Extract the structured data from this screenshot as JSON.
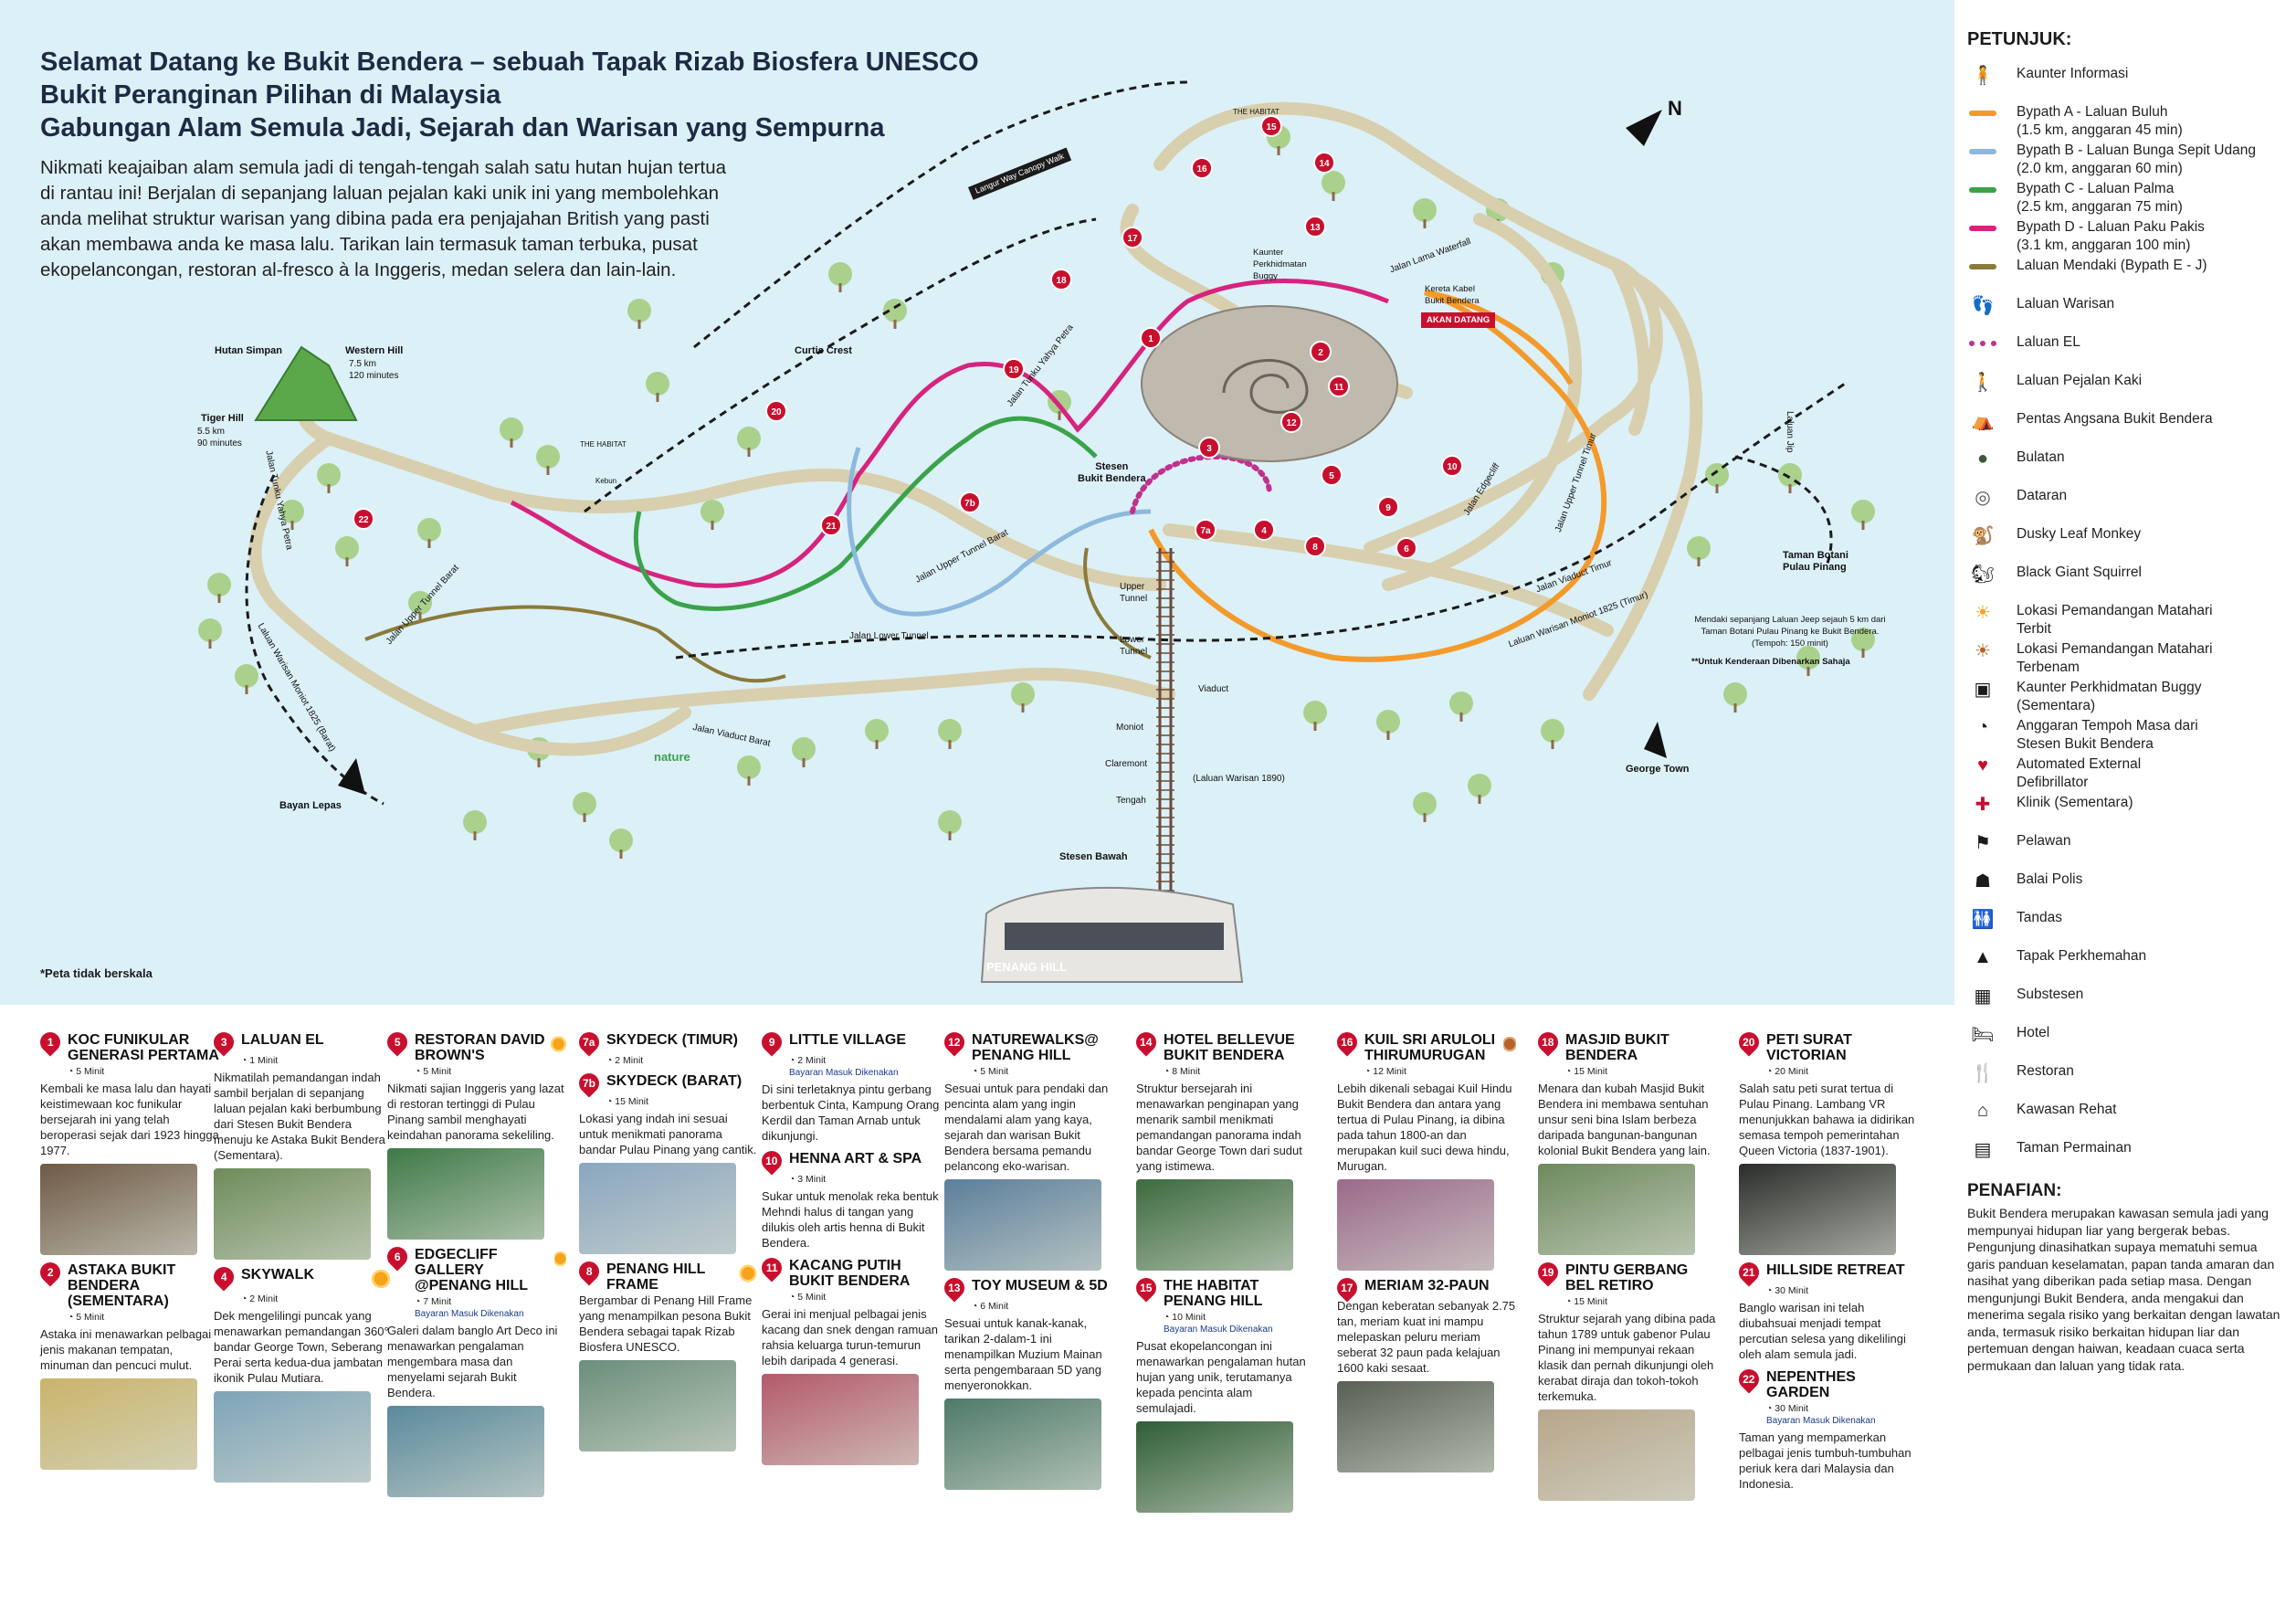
{
  "intro": {
    "title_lines": [
      "Selamat Datang ke Bukit Bendera – sebuah Tapak Rizab Biosfera UNESCO",
      "Bukit Peranginan Pilihan di Malaysia",
      "Gabungan Alam Semula Jadi, Sejarah dan Warisan yang Sempurna"
    ],
    "body": "Nikmati keajaiban alam semula jadi di tengah-tengah salah satu hutan hujan tertua di rantau ini! Berjalan di sepanjang laluan pejalan kaki unik ini yang membolehkan anda melihat struktur warisan yang dibina pada era penjajahan British yang pasti akan membawa anda ke masa lalu. Tarikan lain termasuk taman terbuka, pusat ekopelancongan, restoran al-fresco à la Inggeris, medan selera dan lain-lain.",
    "scale_note": "*Peta tidak berskala"
  },
  "map": {
    "north": "N",
    "labels": {
      "hutan_simpan": "Hutan Simpan",
      "western_hill": "Western Hill",
      "western_hill_info": "7.5 km\n120 minutes",
      "tiger_hill": "Tiger Hill",
      "tiger_hill_info": "5.5 km\n90 minutes",
      "curtis_crest": "Curtis Crest",
      "stesen_bukit_bendera": "Stesen\nBukit Bendera",
      "upper_tunnel": "Upper\nTunnel",
      "lower_tunnel": "Lower\nTunnel",
      "viaduct": "Viaduct",
      "moniot": "Moniot",
      "claremont": "Claremont",
      "tengah": "Tengah",
      "laluan_warisan_1890": "(Laluan Warisan 1890)",
      "stesen_bawah": "Stesen Bawah",
      "bayan_lepas": "Bayan Lepas",
      "george_town": "George Town",
      "taman_botani": "Taman Botani\nPulau Pinang",
      "jeep_note": "Mendaki sepanjang Laluan Jeep sejauh 5 km dari Taman Botani Pulau Pinang ke Bukit Bendera.(Tempoh: 150 minit)",
      "no_vehicle": "**Untuk Kenderaan Dibenarkan Sahaja",
      "kaunter_buggy": "Kaunter\nPerkhidmatan\nBuggy",
      "kereta_kabel": "Kereta Kabel\nBukit Bendera",
      "akan_datang": "AKAN DATANG",
      "jalan_tunku_yahya_petra": "Jalan Tunku Yahya Petra",
      "jalan_upper_tunnel_barat": "Jalan Upper Tunnel Barat",
      "jalan_lower_tunnel": "Jalan Lower Tunnel",
      "jalan_viaduct_barat": "Jalan Viaduct Barat",
      "jalan_lama_waterfall": "Jalan Lama Waterfall",
      "jalan_edgecliff": "Jalan Edgecliff",
      "jalan_upper_tunnel_timur": "Jalan Upper Tunnel Timur",
      "jalan_viaduct_timur": "Jalan Viaduct Timur",
      "laluan_warisan_moniot_timur": "Laluan Warisan Moniot 1825 (Timur)",
      "laluan_warisan_moniot_barat": "Laluan Warisan Moniot 1825 (Barat)",
      "laluan_jip": "Laluan Jip",
      "canopy_walk": "Langur Way Canopy Walk",
      "the_habitat": "THE HABITAT",
      "kebun": "Kebun",
      "nature": "nature"
    },
    "markers": [
      "1",
      "2",
      "3",
      "4",
      "5",
      "6",
      "7a",
      "7b",
      "8",
      "9",
      "10",
      "11",
      "12",
      "13",
      "14",
      "15",
      "16",
      "17",
      "18",
      "19",
      "20",
      "21",
      "22"
    ],
    "colors": {
      "path_a": "#f39a2b",
      "path_b": "#8cb9dd",
      "path_c": "#3aa34a",
      "path_d": "#d6247e",
      "hike": "#8a7a3a",
      "road": "#d8cfae",
      "marker": "#c8102e"
    }
  },
  "legend": {
    "title": "PETUNJUK:",
    "items": [
      {
        "icon": "information-counter-icon",
        "text": "Kaunter Informasi"
      },
      {
        "icon": "path-a-line-icon",
        "color": "#f39a2b",
        "text": "Bypath A - Laluan Buluh\n(1.5 km, anggaran 45 min)"
      },
      {
        "icon": "path-b-line-icon",
        "color": "#8cb9dd",
        "text": "Bypath B - Laluan Bunga Sepit Udang\n(2.0 km, anggaran 60 min)"
      },
      {
        "icon": "path-c-line-icon",
        "color": "#3aa34a",
        "text": "Bypath C - Laluan Palma\n(2.5 km, anggaran 75 min)"
      },
      {
        "icon": "path-d-line-icon",
        "color": "#d6247e",
        "text": "Bypath D - Laluan Paku Pakis\n(3.1 km, anggaran 100 min)"
      },
      {
        "icon": "hike-line-icon",
        "color": "#8a7a3a",
        "text": "Laluan Mendaki (Bypath E - J)"
      },
      {
        "icon": "footprints-icon",
        "text": "Laluan Warisan"
      },
      {
        "icon": "el-path-icon",
        "color": "#c0318e",
        "text": "Laluan EL"
      },
      {
        "icon": "pedestrian-icon",
        "text": "Laluan Pejalan Kaki"
      },
      {
        "icon": "pavilion-icon",
        "text": "Pentas Angsana Bukit Bendera"
      },
      {
        "icon": "round-icon",
        "text": "Bulatan"
      },
      {
        "icon": "plaza-icon",
        "text": "Dataran"
      },
      {
        "icon": "monkey-icon",
        "text": "Dusky Leaf Monkey"
      },
      {
        "icon": "squirrel-icon",
        "text": "Black Giant Squirrel"
      },
      {
        "icon": "sunrise-icon",
        "text": "Lokasi Pemandangan Matahari\nTerbit"
      },
      {
        "icon": "sunset-icon",
        "text": "Lokasi Pemandangan Matahari\nTerbenam"
      },
      {
        "icon": "buggy-counter-icon",
        "text": "Kaunter Perkhidmatan Buggy\n(Sementara)"
      },
      {
        "icon": "clock-icon",
        "text": "Anggaran Tempoh Masa dari\nStesen Bukit Bendera"
      },
      {
        "icon": "aed-icon",
        "text": "Automated External\nDefibrillator"
      },
      {
        "icon": "clinic-icon",
        "text": "Klinik (Sementara)"
      },
      {
        "icon": "signpost-icon",
        "text": "Pelawan"
      },
      {
        "icon": "police-icon",
        "text": "Balai Polis"
      },
      {
        "icon": "toilet-icon",
        "text": "Tandas"
      },
      {
        "icon": "camp-icon",
        "text": "Tapak Perkhemahan"
      },
      {
        "icon": "substation-icon",
        "text": "Substesen"
      },
      {
        "icon": "hotel-icon",
        "text": "Hotel"
      },
      {
        "icon": "restaurant-icon",
        "text": "Restoran"
      },
      {
        "icon": "rest-area-icon",
        "text": "Kawasan Rehat"
      },
      {
        "icon": "playground-icon",
        "text": "Taman Permainan"
      }
    ],
    "disclaimer_title": "PENAFIAN:",
    "disclaimer": "Bukit Bendera merupakan kawasan semula jadi yang mempunyai hidupan liar yang bergerak bebas. Pengunjung dinasihatkan supaya mematuhi semua garis panduan keselamatan, papan tanda amaran dan nasihat yang diberikan pada setiap masa. Dengan mengunjungi Bukit Bendera, anda mengakui dan menerima segala risiko yang berkaitan dengan lawatan anda, termasuk risiko berkaitan hidupan liar dan pertemuan dengan haiwan, keadaan cuaca serta permukaan dan laluan yang tidak rata."
  },
  "cards": [
    [
      {
        "num": "1",
        "title": "KOC FUNIKULAR GENERASI PERTAMA",
        "time": "5 Minit",
        "desc": "Kembali ke masa lalu dan hayati keistimewaan koc funikular bersejarah ini yang telah beroperasi sejak dari 1923 hingga 1977.",
        "photo": "#6f5a46"
      },
      {
        "num": "2",
        "title": "ASTAKA BUKIT BENDERA (SEMENTARA)",
        "time": "5 Minit",
        "desc": "Astaka ini menawarkan pelbagai jenis makanan tempatan, minuman dan pencuci mulut.",
        "photo": "#c9b46a"
      }
    ],
    [
      {
        "num": "3",
        "title": "LALUAN EL",
        "time": "1 Minit",
        "desc": "Nikmatilah pemandangan indah sambil berjalan di sepanjang laluan pejalan kaki berbumbung dari Stesen Bukit Bendera menuju ke Astaka Bukit Bendera (Sementara).",
        "photo": "#6e8c5a"
      },
      {
        "num": "4",
        "title": "SKYWALK",
        "time": "2 Minit",
        "sun": "rise",
        "desc": "Dek mengelilingi puncak yang menawarkan pemandangan 360° bandar George Town, Seberang Perai serta kedua-dua jambatan ikonik Pulau Mutiara.",
        "photo": "#7ea4b8"
      }
    ],
    [
      {
        "num": "5",
        "title": "RESTORAN DAVID BROWN'S",
        "time": "5 Minit",
        "sun": "rise",
        "desc": "Nikmati sajian Inggeris yang lazat di restoran tertinggi di Pulau Pinang sambil menghayati keindahan panorama sekeliling.",
        "photo": "#3f7a48"
      },
      {
        "num": "6",
        "title": "EDGECLIFF GALLERY @PENANG HILL",
        "time": "7 Minit",
        "sub": "Bayaran Masuk Dikenakan",
        "sun": "rise",
        "desc": "Galeri dalam banglo Art Deco ini menawarkan pengalaman mengembara masa dan menyelami sejarah Bukit Bendera.",
        "photo": "#5b8a9c"
      }
    ],
    [
      {
        "num": "7a",
        "title": "SKYDECK (TIMUR)",
        "time": "2 Minit",
        "desc": "",
        "photo": ""
      },
      {
        "num": "7b",
        "title": "SKYDECK (BARAT)",
        "time": "15 Minit",
        "desc": "Lokasi yang indah ini sesuai untuk menikmati panorama bandar Pulau Pinang yang cantik.",
        "photo": "#8aa6bf"
      },
      {
        "num": "8",
        "title": "PENANG HILL FRAME",
        "time": "",
        "sun": "rise",
        "desc": "Bergambar di Penang Hill Frame yang menampilkan pesona Bukit Bendera sebagai tapak Rizab Biosfera UNESCO.",
        "photo": "#6b8e7c"
      }
    ],
    [
      {
        "num": "9",
        "title": "LITTLE VILLAGE",
        "time": "2 Minit",
        "sub": "Bayaran Masuk Dikenakan",
        "desc": "Di sini terletaknya pintu gerbang berbentuk Cinta, Kampung Orang Kerdil dan Taman Arnab untuk dikunjungi.",
        "photo": ""
      },
      {
        "num": "10",
        "title": "HENNA ART & SPA",
        "time": "3 Minit",
        "desc": "Sukar untuk menolak reka bentuk Mehndi halus di tangan yang dilukis oleh artis henna di Bukit Bendera.",
        "photo": ""
      },
      {
        "num": "11",
        "title": "KACANG PUTIH BUKIT BENDERA",
        "time": "5 Minit",
        "desc": "Gerai ini menjual pelbagai jenis kacang dan snek dengan ramuan rahsia keluarga turun-temurun lebih daripada 4 generasi.",
        "photo": "#b45a6a"
      }
    ],
    [
      {
        "num": "12",
        "title": "NATUREWALKS@ PENANG HILL",
        "time": "5 Minit",
        "desc": "Sesuai untuk para pendaki dan pencinta alam yang ingin mendalami alam yang kaya, sejarah dan warisan Bukit Bendera bersama pemandu pelancong eko-warisan.",
        "photo": "#5c7f9b"
      },
      {
        "num": "13",
        "title": "TOY MUSEUM & 5D",
        "time": "6 Minit",
        "desc": "Sesuai untuk kanak-kanak, tarikan 2-dalam-1 ini menampilkan Muzium Mainan serta pengembaraan 5D yang menyeronokkan.",
        "photo": "#4e7a6a"
      }
    ],
    [
      {
        "num": "14",
        "title": "HOTEL BELLEVUE BUKIT BENDERA",
        "time": "8 Minit",
        "desc": "Struktur bersejarah ini menawarkan penginapan yang menarik sambil menikmati pemandangan panorama indah bandar George Town dari sudut yang istimewa.",
        "photo": "#3d6b3f"
      },
      {
        "num": "15",
        "title": "THE HABITAT PENANG HILL",
        "time": "10 Minit",
        "sub": "Bayaran Masuk Dikenakan",
        "desc": "Pusat ekopelancongan ini menawarkan pengalaman hutan hujan yang unik, terutamanya kepada pencinta alam semulajadi.",
        "photo": "#2f5e36"
      }
    ],
    [
      {
        "num": "16",
        "title": "KUIL SRI ARULOLI THIRUMURUGAN",
        "time": "12 Minit",
        "sun": "set",
        "desc": "Lebih dikenali sebagai Kuil Hindu Bukit Bendera dan antara yang tertua di Pulau Pinang, ia dibina pada tahun 1800-an dan merupakan kuil suci dewa hindu, Murugan.",
        "photo": "#9b6a8a"
      },
      {
        "num": "17",
        "title": "MERIAM 32-PAUN",
        "time": "",
        "desc": "Dengan keberatan sebanyak 2.75 tan, meriam kuat ini mampu melepaskan peluru meriam seberat 32 paun pada kelajuan 1600 kaki sesaat.",
        "photo": "#5a5f55"
      }
    ],
    [
      {
        "num": "18",
        "title": "MASJID BUKIT BENDERA",
        "time": "15 Minit",
        "desc": "Menara dan kubah Masjid Bukit Bendera ini membawa sentuhan unsur seni bina Islam berbeza daripada bangunan-bangunan kolonial Bukit Bendera yang lain.",
        "photo": "#6e8a5e"
      },
      {
        "num": "19",
        "title": "PINTU GERBANG BEL RETIRO",
        "time": "15 Minit",
        "desc": "Struktur sejarah yang dibina pada tahun 1789 untuk gabenor Pulau Pinang ini mempunyai rekaan klasik dan pernah dikunjungi oleh kerabat diraja dan tokoh-tokoh terkemuka.",
        "photo": "#b8a68a"
      }
    ],
    [
      {
        "num": "20",
        "title": "PETI SURAT VICTORIAN",
        "time": "20 Minit",
        "desc": "Salah satu peti surat tertua di Pulau Pinang. Lambang VR menunjukkan bahawa ia didirikan semasa tempoh pemerintahan Queen Victoria (1837-1901).",
        "photo": "#2a2d2a"
      },
      {
        "num": "21",
        "title": "HILLSIDE RETREAT",
        "time": "30 Minit",
        "desc": "Banglo warisan ini telah diubahsuai menjadi tempat percutian selesa yang dikelilingi oleh alam semula jadi.",
        "photo": ""
      },
      {
        "num": "22",
        "title": "NEPENTHES GARDEN",
        "time": "30 Minit",
        "sub": "Bayaran Masuk Dikenakan",
        "desc": "Taman yang mempamerkan pelbagai jenis tumbuh-tumbuhan periuk kera dari Malaysia dan Indonesia.",
        "photo": ""
      }
    ]
  ]
}
